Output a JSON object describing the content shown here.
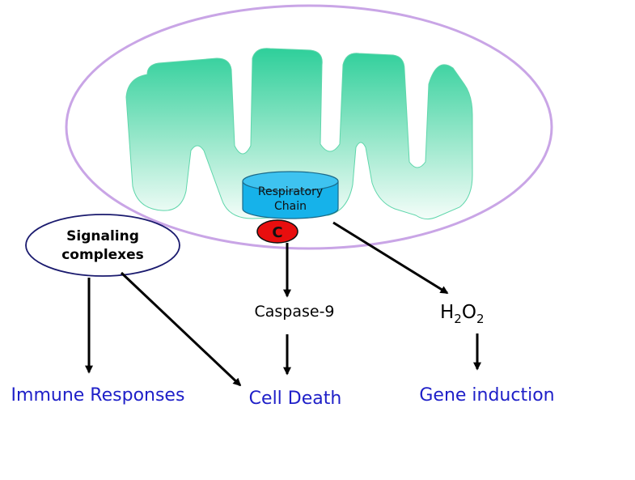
{
  "diagram": {
    "respiratory_chain_label": [
      "Respiratory",
      "Chain"
    ],
    "cytochrome_label": "C",
    "signaling_label": [
      "Signaling",
      "complexes"
    ],
    "caspase_label": "Caspase-9",
    "h2o2_label": {
      "h": "H",
      "sub1": "2",
      "o": "O",
      "sub2": "2"
    },
    "outcomes": {
      "immune": "Immune Responses",
      "cell_death": "Cell Death",
      "gene_induction": "Gene induction"
    }
  },
  "colors": {
    "membrane_outline": "#c9a5e6",
    "cristae_fill": "#2ecf9a",
    "cylinder_fill": "#16b2ea",
    "cytochrome_fill": "#e80e0e",
    "outcome_text": "#1f20c8",
    "signaling_outline": "#1a1a6e"
  }
}
